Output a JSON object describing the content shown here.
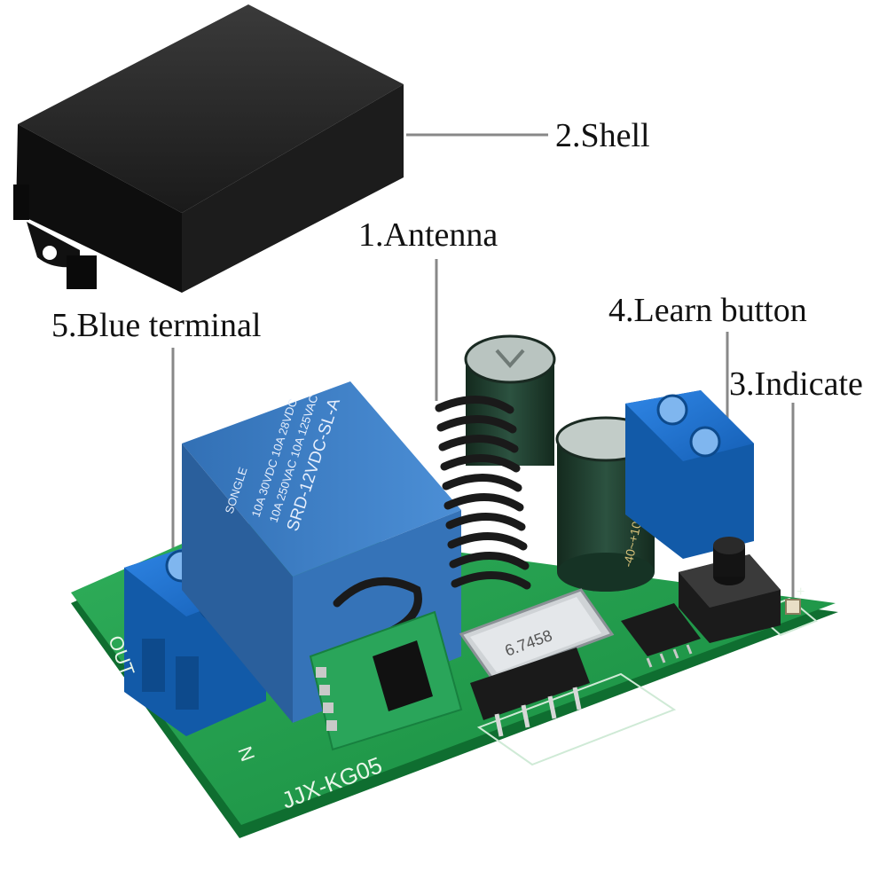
{
  "labels": {
    "shell": "2.Shell",
    "antenna": "1.Antenna",
    "blue_terminal": "5.Blue terminal",
    "learn_button": "4.Learn button",
    "indicate": "3.Indicate"
  },
  "board": {
    "model_silkscreen": "JJX-KG05",
    "out_silkscreen": "OUT",
    "n_silkscreen": "N",
    "plus_silkscreen": "+"
  },
  "relay": {
    "model": "SRD-12VDC-SL-A",
    "rating_1": "10A 250VAC 10A 125VAC",
    "rating_2": "10A 30VDC 10A 28VDC",
    "brand": "SONGLE"
  },
  "crystal": {
    "marking": "6.7458"
  },
  "capacitor": {
    "marking": "-40~+105°C"
  },
  "colors": {
    "board": "#1f9a4a",
    "relay": "#3f7fc4",
    "terminal": "#1e73d4",
    "shell": "#151515",
    "antenna": "#1a1a1a",
    "capacitor": "#1f3b2c",
    "background": "#ffffff"
  }
}
